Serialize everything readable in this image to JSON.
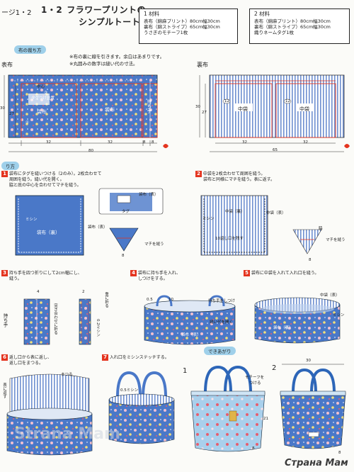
{
  "header": {
    "page_ref": "ージ1・2",
    "title_line1": "フラワープリントの",
    "title_line2": "シンプルトート"
  },
  "materials": [
    {
      "heading": "1 材料",
      "lines": [
        "表布（綿麻プリント）80cm幅30cm",
        "裏布（綿ストライプ）65cm幅30cm",
        "うさぎのモチーフ1枚"
      ]
    },
    {
      "heading": "2 材料",
      "lines": [
        "表布（綿麻プリント）80cm幅30cm",
        "裏布（綿ストライプ）65cm幅30cm",
        "織りネームタグ1枚"
      ]
    }
  ],
  "cutting": {
    "pill": "布の裁ち方",
    "note1": "※布の裏に線を引きます。余白はあまりです。",
    "note2": "※丸囲みの数字は縫い代の寸法。",
    "outer_label": "表布",
    "lining_label": "裏布",
    "outer_dims": {
      "height": "30",
      "inner_height": "27",
      "w1": "32",
      "w2": "32",
      "w3": "8",
      "w4": "8",
      "total": "80"
    },
    "outer_labels": {
      "tag": "タグつけ位置",
      "center": "中心",
      "bag": "袋布",
      "handle": "持ち手",
      "c1": "①",
      "c3": "③"
    },
    "lining_dims": {
      "height": "30",
      "inner_height": "27",
      "w1": "32",
      "w2": "32",
      "total": "65",
      "c12a": "12",
      "c12b": "12"
    },
    "lining_labels": {
      "bag1": "中袋",
      "bag2": "中袋"
    }
  },
  "howto": {
    "pill": "り方"
  },
  "steps": [
    {
      "num": "1",
      "lines": [
        "袋布にタグを縫いつける（2のみ）。2枚合わせて",
        "周囲を縫う。縫い代を開く。",
        "脇と底の中心を合わせてマチを縫う。"
      ]
    },
    {
      "num": "2",
      "lines": [
        "中袋を2枚合わせて周囲を縫う。",
        "袋布と同様にマチを縫う。表に返す。"
      ]
    },
    {
      "num": "3",
      "lines": [
        "持ち手を四つ折りにして2cm幅にし、",
        "縫う。"
      ]
    },
    {
      "num": "4",
      "lines": [
        "袋布に持ち手を入れ、",
        "しつけをする。"
      ]
    },
    {
      "num": "5",
      "lines": [
        "袋布に中袋を入れて入れ口を縫う。"
      ]
    },
    {
      "num": "6",
      "lines": [
        "返し口から表に返し、",
        "返し口をまつる。"
      ]
    },
    {
      "num": "7",
      "lines": [
        "入れ口をミシンステッチする。"
      ]
    }
  ],
  "step_labels": {
    "s1_mishin": "ミシン",
    "s1_bag_back": "袋布（裏）",
    "s1_tag": "タグ",
    "s1_bag_front": "袋布（表）",
    "s1_bag_front2": "袋布（表）",
    "s1_gusset": "マチを縫う",
    "s1_8": "8",
    "s2_inner_back": "中袋（裏）",
    "s2_mishin": "ミシン",
    "s2_opening": "10返し口を残す",
    "s2_inner_back2": "中袋（表）",
    "s2_waki": "脇",
    "s2_gusset": "マチを縫う",
    "s2_8": "8",
    "s3_4": "4",
    "s3_handle": "持ち手",
    "s3_fold": "突き合わせに折る",
    "s3_2": "2",
    "s3_mishin": "0.2ミシン",
    "s3_fold2": "重に折る",
    "s4_05": "0.5",
    "s4_10": "10",
    "s4_attach": "持ち手をしつけ",
    "s4_gusset": "縫い代を開く",
    "s4_bag": "袋布（表）",
    "s5_inner": "中袋（表）",
    "s5_bag": "袋布（裏）",
    "s5_mishin": "ミシン",
    "s6_opening": "まつる",
    "s6_bag": "表に返す",
    "s7_mishin": "0.5ミシン",
    "finished_pill": "できあがり",
    "fin1_num": "1",
    "fin2_num": "2",
    "fin1_motif": "モチーフを",
    "fin1_motif2": "つける",
    "fin1_21": "21",
    "fin2_30": "30",
    "fin2_8": "8",
    "fin1_8": "8"
  },
  "watermark": "Strana Mam",
  "watermark_cyr": "Страна Мам",
  "colors": {
    "accent_red": "#e4341f",
    "accent_blue": "#1c5fa8",
    "fabric_blue": "#4a78c8",
    "stripe_blue": "#6e8fd0",
    "pill_blue": "#9fd0ea"
  }
}
